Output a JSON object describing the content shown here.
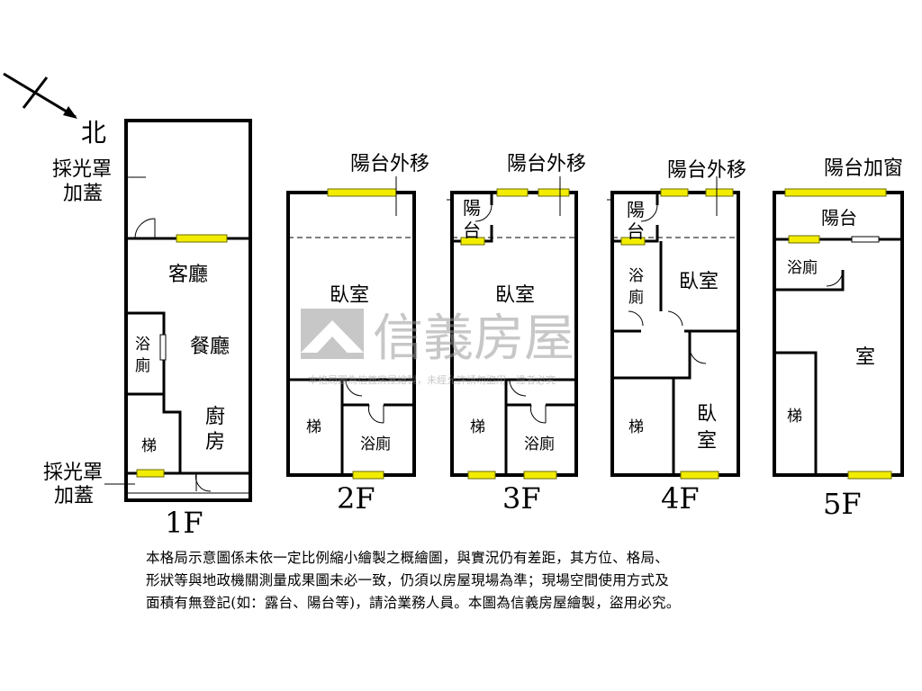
{
  "compass": {
    "north": "北"
  },
  "floors": [
    {
      "id": "1f",
      "name": "1F",
      "rooms": [
        "採光罩",
        "加蓋",
        "客廳",
        "浴",
        "廁",
        "餐廳",
        "梯",
        "廚",
        "房",
        "採光罩",
        "加蓋"
      ]
    },
    {
      "id": "2f",
      "name": "2F",
      "rooms": [
        "陽台外移",
        "臥室",
        "梯",
        "浴廁"
      ]
    },
    {
      "id": "3f",
      "name": "3F",
      "rooms": [
        "陽台外移",
        "陽",
        "台",
        "臥室",
        "梯",
        "浴廁"
      ]
    },
    {
      "id": "4f",
      "name": "4F",
      "rooms": [
        "陽台外移",
        "陽",
        "台",
        "浴",
        "廁",
        "臥室",
        "梯",
        "臥",
        "室"
      ]
    },
    {
      "id": "5f",
      "name": "5F",
      "rooms": [
        "陽台加窗",
        "陽台",
        "浴廁",
        "室",
        "梯"
      ]
    }
  ],
  "watermark": {
    "brand": "信義房屋",
    "notice": "本格局圖為信義房屋繪製，未經允許請勿盜用，違者必究"
  },
  "disclaimer": [
    "本格局示意圖係未依一定比例縮小繪製之概繪圖，與實況仍有差距，其方位、格局、",
    "形狀等與地政機關測量成果圖未必一致，仍須以房屋現場為準；現場空間使用方式及",
    "面積有無登記(如：露台、陽台等)，請洽業務人員。本圖為信義房屋繪製，盜用必究。"
  ],
  "colors": {
    "window": "#f2ec00",
    "wall": "#000000",
    "watermark": "#9a9a9a"
  }
}
